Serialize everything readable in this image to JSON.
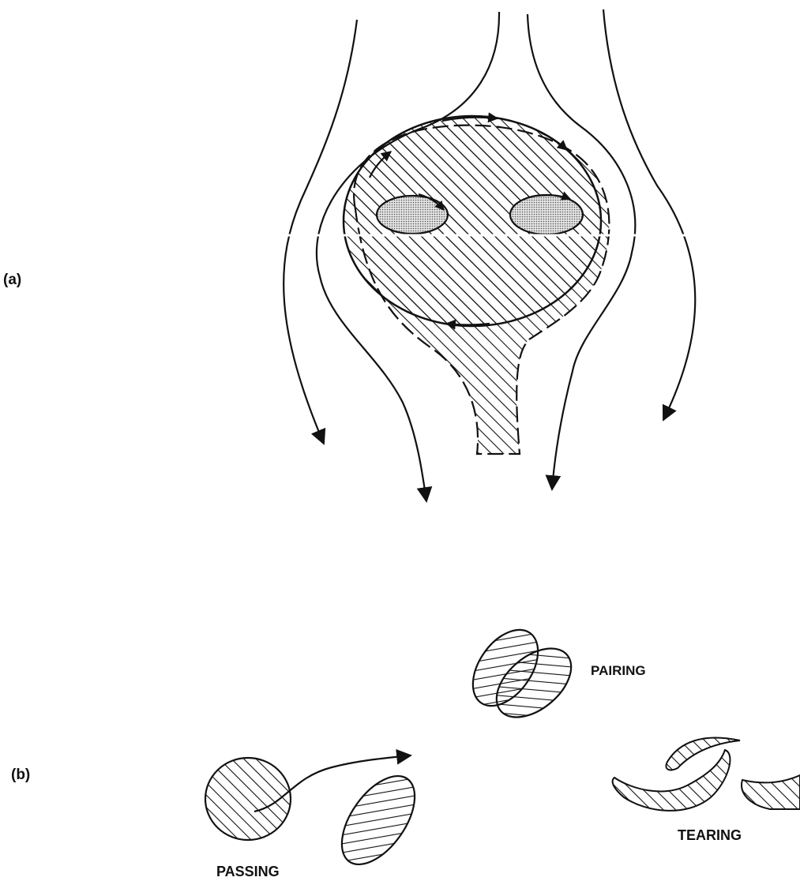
{
  "panels": {
    "a": {
      "label": "(a)"
    },
    "b": {
      "label": "(b)",
      "pairing_label": "PAIRING",
      "tearing_label": "TEARING",
      "passing_label": "PASSING"
    }
  },
  "colors": {
    "ink": "#111111",
    "stipple": "#bdbdbd",
    "background": "#ffffff"
  }
}
